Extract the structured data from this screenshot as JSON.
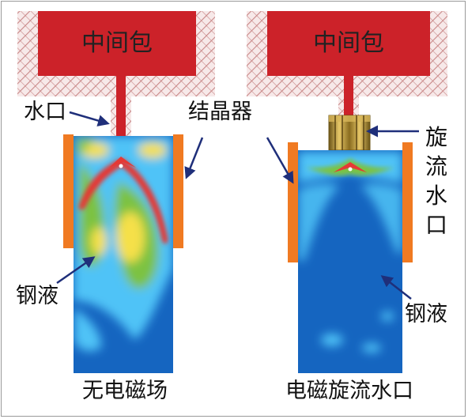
{
  "left_panel": {
    "tundish_label": "中间包",
    "nozzle_label": "水口",
    "mold_label": "结晶器",
    "steel_label": "钢液",
    "caption": "无电磁场"
  },
  "right_panel": {
    "tundish_label": "中间包",
    "swirl_nozzle_label_chars": [
      "旋",
      "流",
      "水",
      "口"
    ],
    "steel_label": "钢液",
    "caption": "电磁旋流水口"
  },
  "colors": {
    "tundish": "#cc2229",
    "refractory_hatch": "#c98888",
    "mold_plate": "#f07a22",
    "arrow": "#1f2f7a",
    "field_low": "#1565c0",
    "field_mid": "#4fc3f7",
    "field_green": "#7cc242",
    "field_yellow": "#f5e04a",
    "field_high": "#e53935",
    "coil": "#b8942e"
  }
}
